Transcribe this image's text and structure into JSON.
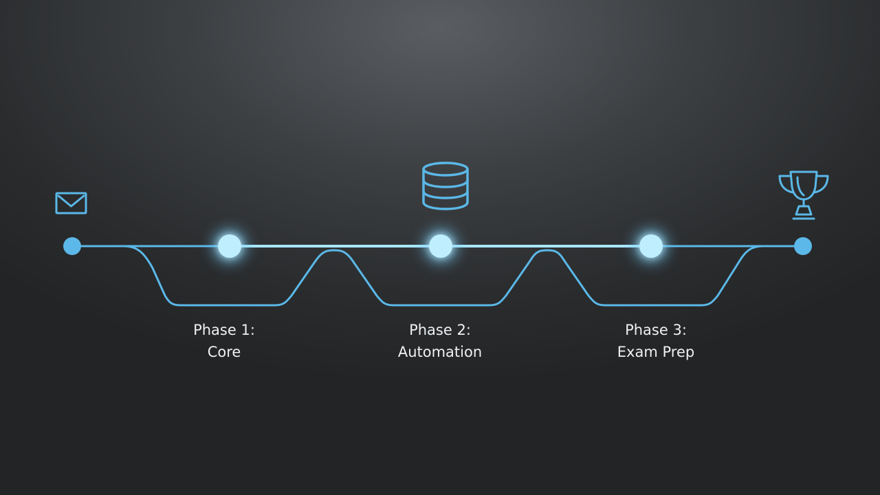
{
  "colors": {
    "accent": "#5bb8e8",
    "glow": "#8fdcff",
    "node_core": "#c9f0ff",
    "label_text": "#eef1f3"
  },
  "icons": {
    "start": "envelope-icon",
    "middle": "database-icon",
    "end": "trophy-icon"
  },
  "phases": [
    {
      "title": "Phase 1:",
      "name": "Core"
    },
    {
      "title": "Phase 2:",
      "name": "Automation"
    },
    {
      "title": "Phase 3:",
      "name": "Exam Prep"
    }
  ]
}
